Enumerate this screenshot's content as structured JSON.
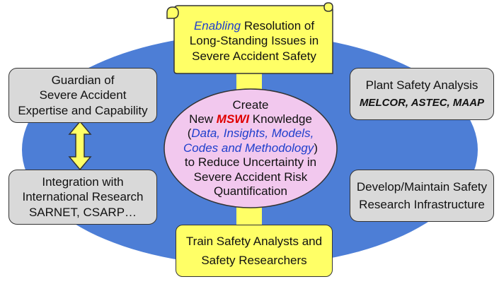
{
  "colors": {
    "ellipse_blue": "#4d7ed6",
    "oval_pink": "#f2c8ee",
    "box_gray": "#d9d9d9",
    "box_yellow": "#ffff66",
    "arrow_yellow": "#ffff66",
    "emphasis_blue": "#1f3fcc",
    "emphasis_red": "#e00000"
  },
  "top_scroll": {
    "line1_emphasis": "Enabling",
    "line1_rest": " Resolution of",
    "line2": "Long-Standing Issues in",
    "line3": "Severe Accident Safety"
  },
  "left_top": {
    "line1": "Guardian of",
    "line2": "Severe Accident",
    "line3": "Expertise and Capability"
  },
  "left_bottom": {
    "line1": "Integration with",
    "line2": "International Research",
    "line3": "SARNET, CSARP…"
  },
  "right_top": {
    "line1": "Plant Safety Analysis",
    "line2": "MELCOR, ASTEC, MAAP"
  },
  "right_bottom": {
    "line1": "Develop/Maintain Safety",
    "line2": "Research Infrastructure"
  },
  "bottom_box": {
    "line1": "Train Safety Analysts and",
    "line2": "Safety Researchers"
  },
  "center": {
    "line1": "Create",
    "line2_pre": "New ",
    "line2_em": "MSWI",
    "line2_post": " Knowledge",
    "line3_open": "(",
    "line3_em": "Data, Insights, Models,",
    "line4_em": "Codes and Methodology",
    "line4_close": ")",
    "line5": "to Reduce Uncertainty in",
    "line6": "Severe Accident Risk",
    "line7": "Quantification"
  }
}
